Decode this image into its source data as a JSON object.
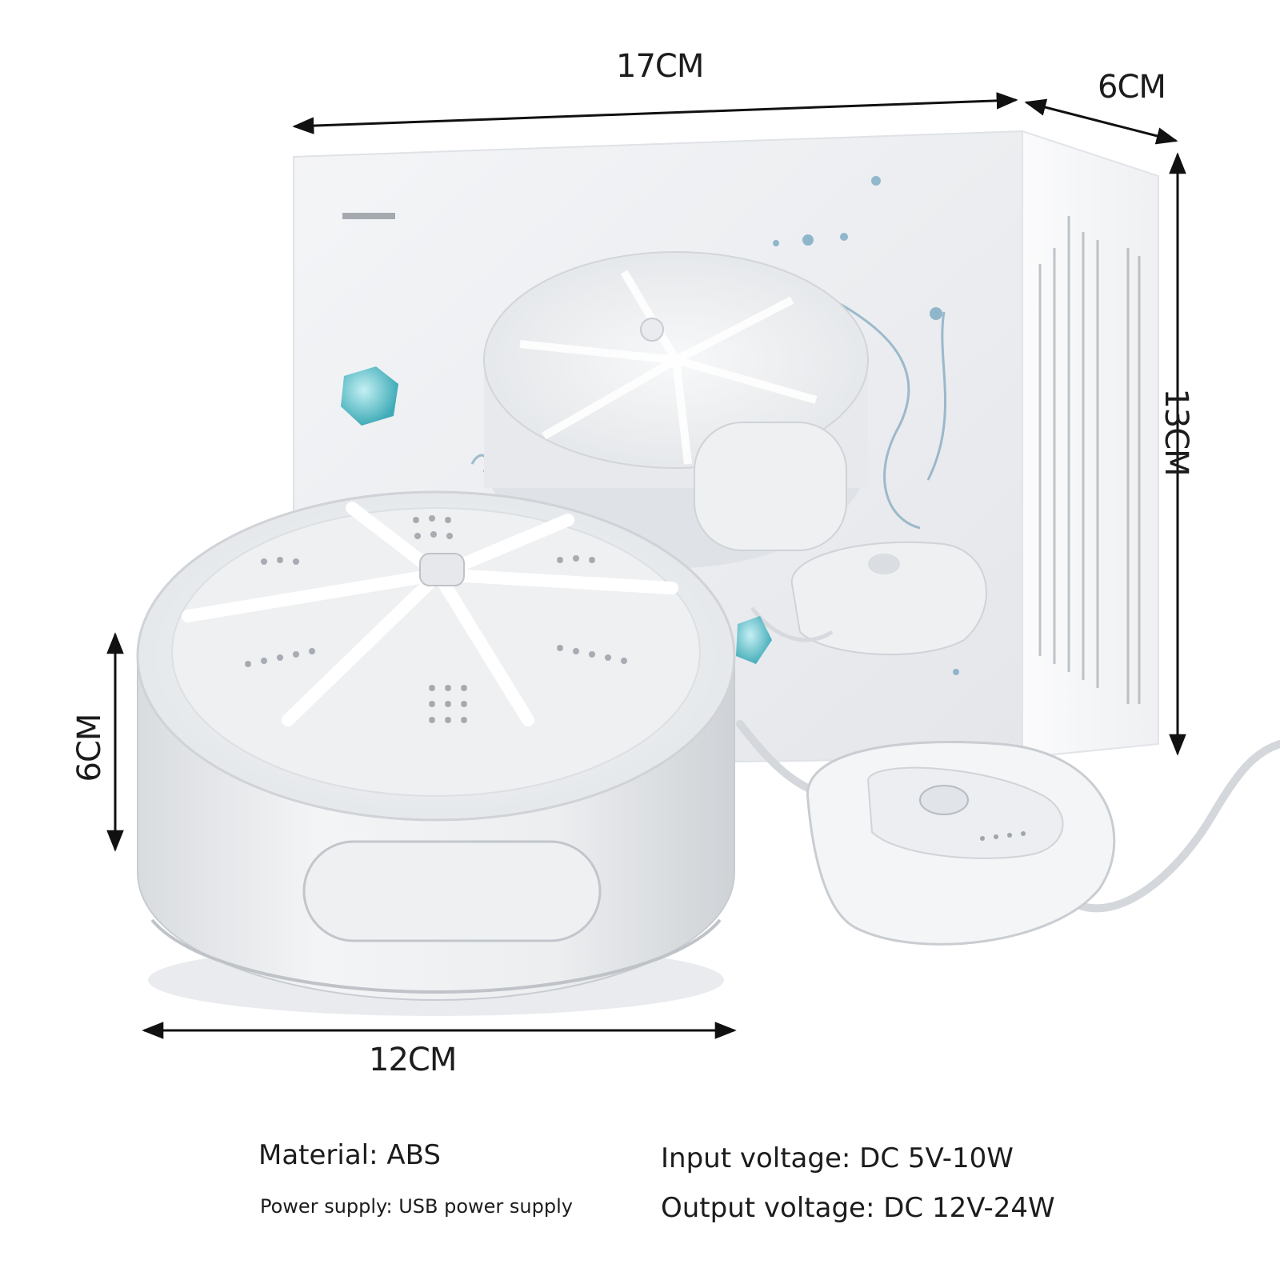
{
  "dimensions": {
    "box_width": "17CM",
    "box_depth": "6CM",
    "box_height": "13CM",
    "washer_height": "6CM",
    "washer_diameter": "12CM"
  },
  "specs": {
    "material": "Material: ABS",
    "power_supply": "Power supply: USB power supply",
    "input_voltage": "Input voltage: DC 5V-10W",
    "output_voltage": "Output voltage: DC 12V-24W"
  },
  "colors": {
    "background": "#ffffff",
    "product_white": "#f2f3f5",
    "shadow_grey": "#c9ccd1",
    "water_blue": "#4aa3c8",
    "text": "#1c1c1c"
  }
}
